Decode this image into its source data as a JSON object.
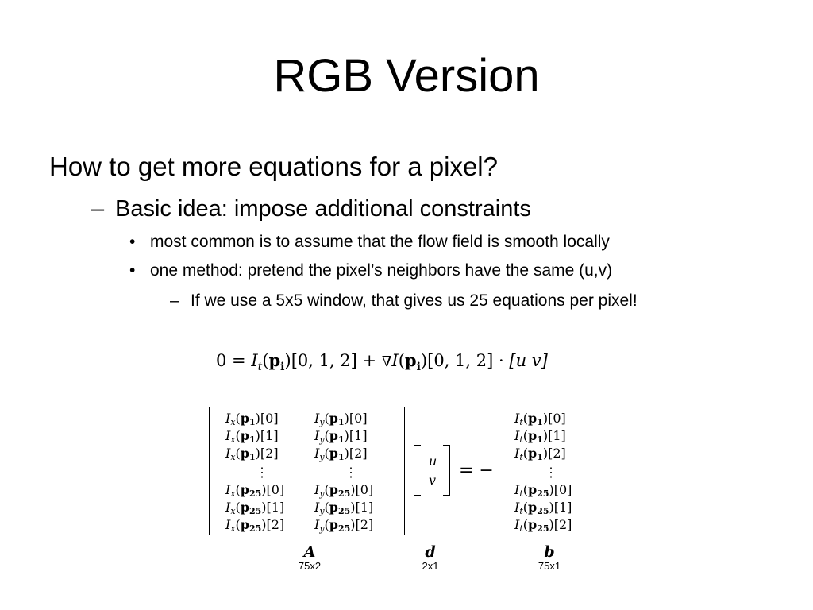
{
  "slide": {
    "title": "RGB Version",
    "bullets": {
      "level1": "How to get more equations for a pixel?",
      "level2": "Basic idea:  impose additional constraints",
      "level3": [
        "most common is to assume that the flow field is smooth locally",
        "one method:  pretend the pixel’s neighbors have the same (u,v)"
      ],
      "level4": "If we use a 5x5 window, that gives us 25 equations per pixel!"
    },
    "markers": {
      "dash": "–",
      "dot": "•"
    }
  },
  "equation": {
    "lhs": "0 =",
    "I": "I",
    "t": "t",
    "x": "x",
    "y": "y",
    "p": "p",
    "i": "i",
    "channels": "[0, 1, 2]",
    "plus": "+",
    "nabla": "∇",
    "dot": "·",
    "uv": "[u  v]"
  },
  "matrix": {
    "subs": [
      "1",
      "1",
      "1",
      "25",
      "25",
      "25"
    ],
    "channels": [
      "[0]",
      "[1]",
      "[2]",
      "[0]",
      "[1]",
      "[2]"
    ],
    "vdots": "⋮",
    "d_entries": [
      "u",
      "v"
    ],
    "equals_minus": "= −",
    "labels": {
      "A": {
        "symbol": "A",
        "dim": "75x2"
      },
      "d": {
        "symbol": "d",
        "dim": "2x1"
      },
      "b": {
        "symbol": "b",
        "dim": "75x1"
      }
    }
  }
}
